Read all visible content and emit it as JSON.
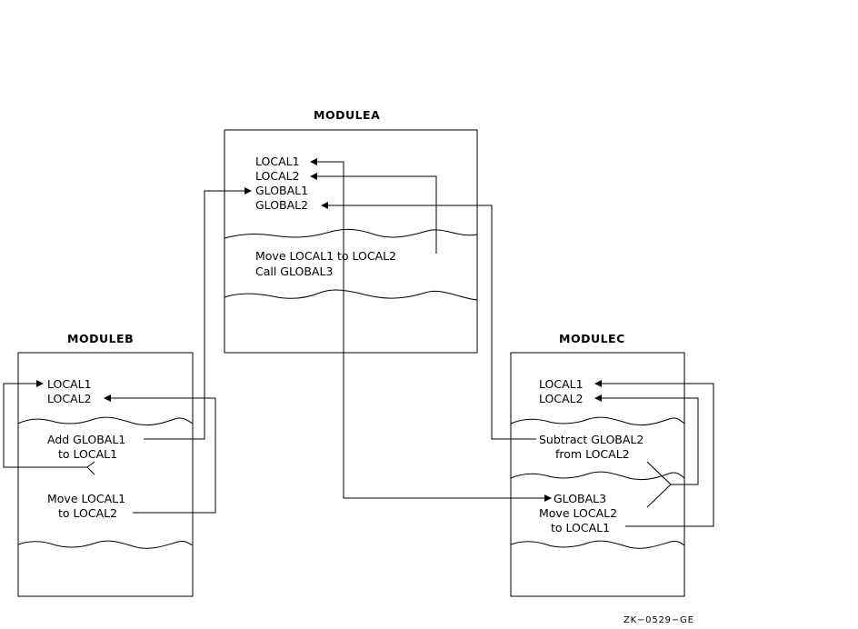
{
  "modulea": {
    "title": "MODULEA",
    "local1": "LOCAL1",
    "local2": "LOCAL2",
    "global1": "GLOBAL1",
    "global2": "GLOBAL2",
    "move": "Move LOCAL1 to LOCAL2",
    "call": "Call GLOBAL3"
  },
  "moduleb": {
    "title": "MODULEB",
    "local1": "LOCAL1",
    "local2": "LOCAL2",
    "add_line1": "Add GLOBAL1",
    "add_line2": "to LOCAL1",
    "move_line1": "Move LOCAL1",
    "move_line2": "to LOCAL2"
  },
  "modulec": {
    "title": "MODULEC",
    "local1": "LOCAL1",
    "local2": "LOCAL2",
    "subtract_line1": "Subtract GLOBAL2",
    "subtract_line2": "from LOCAL2",
    "global3": "GLOBAL3",
    "move_line1": "Move LOCAL2",
    "move_line2": "to LOCAL1"
  },
  "figure_ref": "ZK−0529−GE"
}
